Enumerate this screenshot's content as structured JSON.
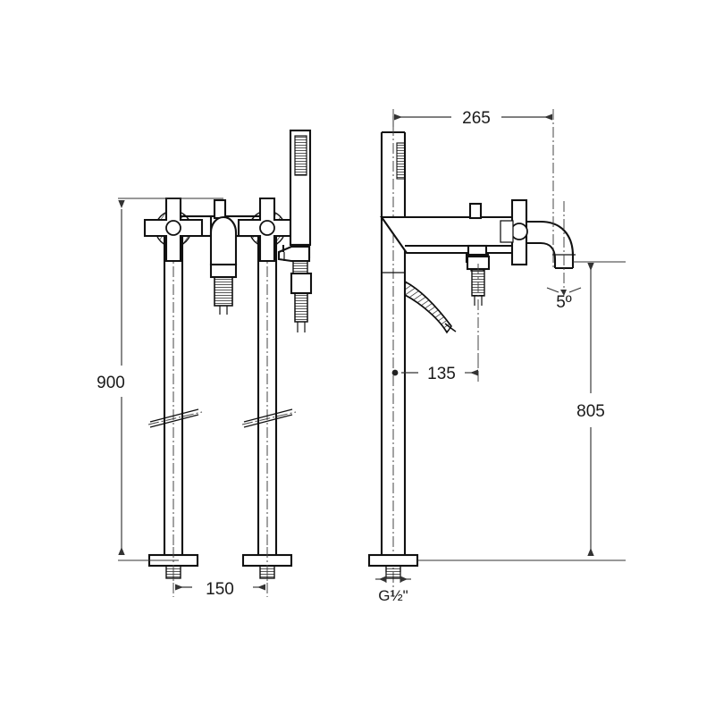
{
  "document": {
    "type": "technical-drawing",
    "subject": "Floor standing bath shower mixer tap",
    "views": [
      "front-elevation",
      "side-elevation"
    ],
    "units": "mm",
    "background_color": "#ffffff",
    "line_color": "#111111",
    "text_color": "#1a1a1a"
  },
  "dimensions": {
    "height_overall": "900",
    "centre_spacing": "150",
    "spout_reach": "265",
    "spout_offset": "135",
    "spout_height": "805",
    "spout_angle": "5º",
    "thread_size": "G½\""
  },
  "labels": {
    "dim_900": "900",
    "dim_150": "150",
    "dim_265": "265",
    "dim_135": "135",
    "dim_805": "805",
    "dim_angle": "5º",
    "dim_thread": "G½\""
  },
  "components": {
    "left_view": {
      "name": "front-elevation",
      "parts": [
        "left-cross-handle",
        "right-cross-handle",
        "centre-diverter-knob",
        "handheld-shower-head",
        "shower-hose-connector",
        "left-riser-pipe",
        "right-riser-pipe",
        "left-floor-flange",
        "right-floor-flange"
      ]
    },
    "right_view": {
      "name": "side-elevation",
      "parts": [
        "riser-pipe",
        "spout-body",
        "spout-outlet",
        "cross-handle",
        "diverter-knob",
        "shower-hose-coil",
        "floor-flange"
      ]
    }
  }
}
